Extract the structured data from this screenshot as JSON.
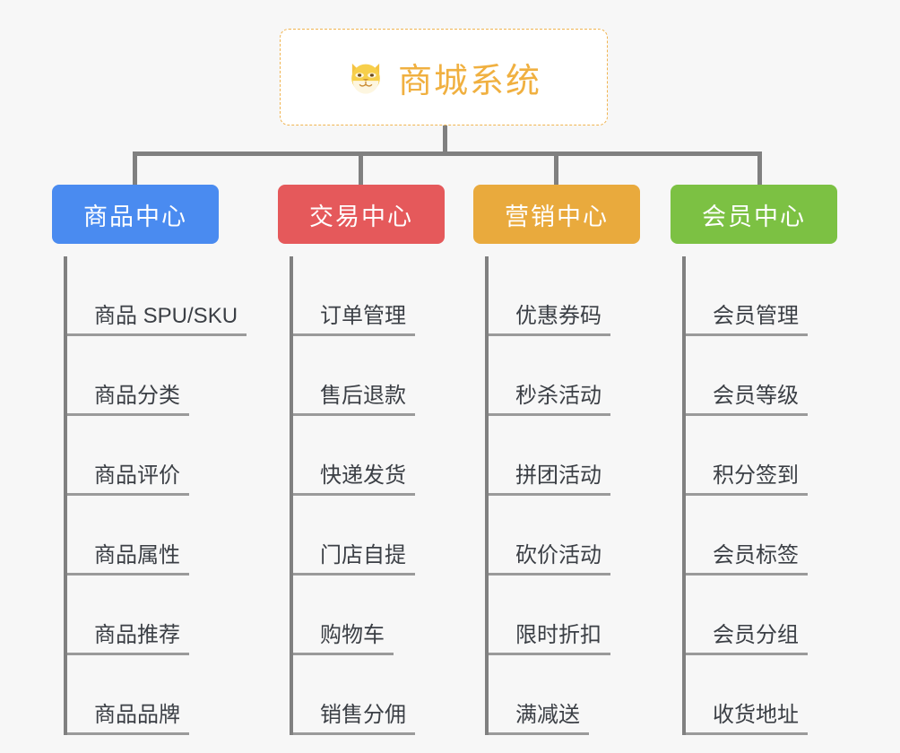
{
  "root": {
    "icon": "dog-face-icon",
    "title": "商城系统",
    "accent_color": "#f0b040",
    "border_color": "#f0b450",
    "background": "#ffffff"
  },
  "canvas": {
    "background": "#f7f7f7",
    "connector_color": "#808080",
    "leaf_underline_color": "#9a9a9a"
  },
  "branches": [
    {
      "title": "商品中心",
      "color": "#4a8bf0",
      "items": [
        "商品 SPU/SKU",
        "商品分类",
        "商品评价",
        "商品属性",
        "商品推荐",
        "商品品牌"
      ]
    },
    {
      "title": "交易中心",
      "color": "#e5595b",
      "items": [
        "订单管理",
        "售后退款",
        "快递发货",
        "门店自提",
        "购物车",
        "销售分佣"
      ]
    },
    {
      "title": "营销中心",
      "color": "#e9aa3d",
      "items": [
        "优惠券码",
        "秒杀活动",
        "拼团活动",
        "砍价活动",
        "限时折扣",
        "满减送"
      ]
    },
    {
      "title": "会员中心",
      "color": "#7cc143",
      "items": [
        "会员管理",
        "会员等级",
        "积分签到",
        "会员标签",
        "会员分组",
        "收货地址"
      ]
    }
  ]
}
